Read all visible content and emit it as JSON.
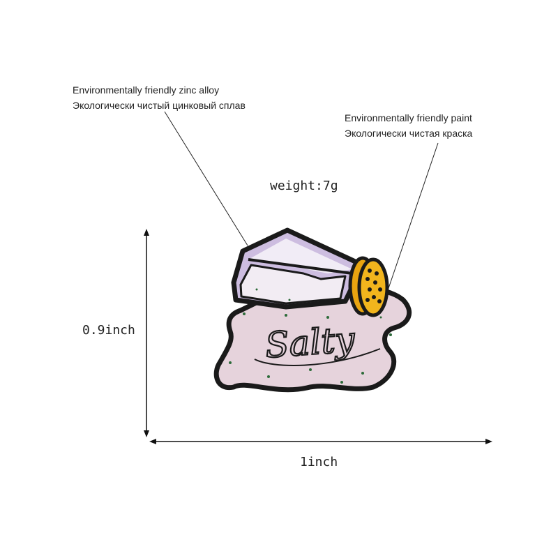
{
  "callouts": {
    "alloy_en": "Environmentally friendly zinc alloy",
    "alloy_ru": "Экологически чистый цинковый сплав",
    "paint_en": "Environmentally friendly paint",
    "paint_ru": "Экологически чистая краска"
  },
  "weight": "weight:7g",
  "dimensions": {
    "height": "0.9inch",
    "width": "1inch"
  },
  "pin": {
    "script_text": "Salty",
    "colors": {
      "outline": "#1a1a1a",
      "puddle": "#e6d3dc",
      "shaker_glass": "#cdbde0",
      "shaker_glass_light": "#f1ecf6",
      "cap": "#f2b51d",
      "glitter": "#2d6b3a"
    }
  }
}
